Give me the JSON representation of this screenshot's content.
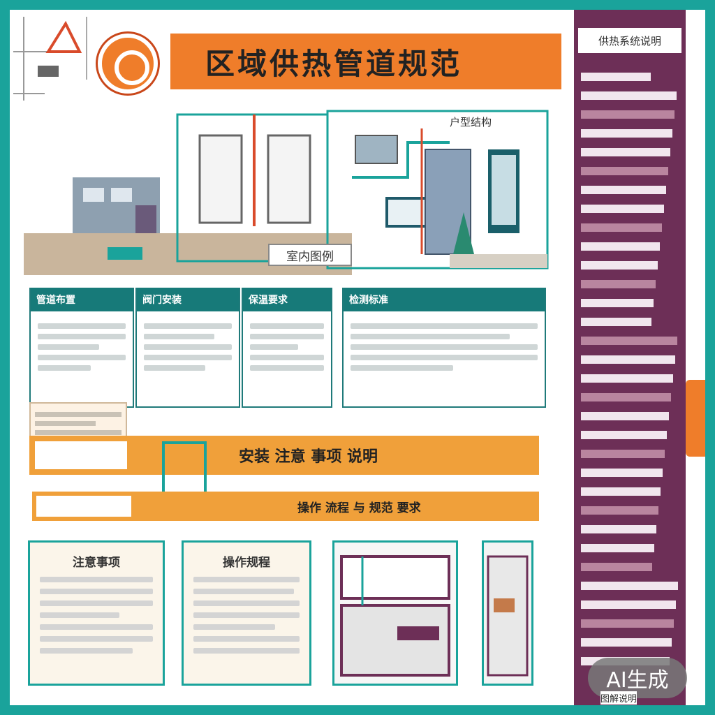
{
  "header": {
    "title": "区域供热管道规范"
  },
  "scene": {
    "room_label": "室内图例",
    "top_right_label": "户型结构"
  },
  "panels": [
    {
      "title": "管道布置"
    },
    {
      "title": "阀门安装"
    },
    {
      "title": "保温要求"
    },
    {
      "title": "检测标准"
    }
  ],
  "banners": {
    "mid": "安装 注意 事项 说明",
    "low": "操作 流程 与 规范 要求"
  },
  "cards": [
    {
      "title": "注意事项"
    },
    {
      "title": "操作规程"
    }
  ],
  "sidebar": {
    "title": "供热系统说明",
    "rows": 32
  },
  "watermark": "AI生成",
  "footer": "图解说明",
  "colors": {
    "teal": "#1aa39b",
    "orange": "#ef7d2a",
    "plum": "#6d2f57"
  }
}
